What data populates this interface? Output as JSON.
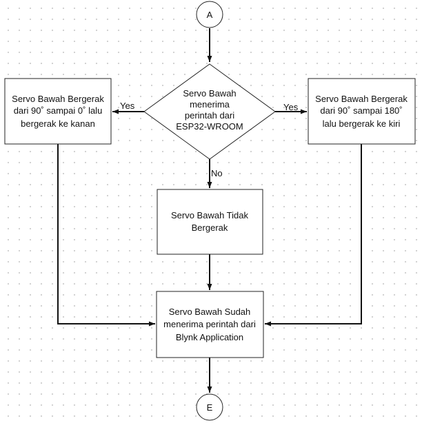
{
  "connectors": {
    "start": "A",
    "end": "E"
  },
  "decision": {
    "lines": [
      "Servo Bawah",
      "menerima",
      "perintah dari",
      "ESP32-WROOM"
    ]
  },
  "box_left": {
    "lines": [
      "Servo Bawah Bergerak",
      "dari 90˚ sampai 0˚ lalu",
      "bergerak ke kanan"
    ]
  },
  "box_right": {
    "lines": [
      "Servo Bawah Bergerak",
      "dari 90˚ sampai 180˚",
      "lalu bergerak ke kiri"
    ]
  },
  "box_middle": {
    "lines": [
      "Servo Bawah Tidak",
      "Bergerak"
    ]
  },
  "box_bottom": {
    "lines": [
      "Servo Bawah Sudah",
      "menerima perintah dari",
      "Blynk Application"
    ]
  },
  "edge_labels": {
    "yes_left": "Yes",
    "yes_right": "Yes",
    "no": "No"
  }
}
